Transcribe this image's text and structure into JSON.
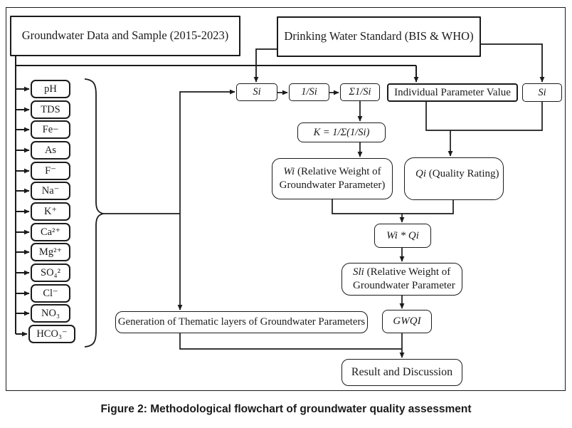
{
  "figure": {
    "caption": "Figure 2: Methodological flowchart of groundwater quality assessment"
  },
  "colors": {
    "line": "#1b1b1b",
    "background": "#ffffff"
  },
  "sources": {
    "groundwater": "Groundwater Data and Sample (2015-2023)",
    "drinking": "Drinking Water Standard (BIS & WHO)"
  },
  "parameters": [
    "pH",
    "TDS",
    "Fe−",
    "As",
    "F⁻",
    "Na⁻",
    "K⁺",
    "Ca²⁺",
    "Mg²⁺",
    "SO₄²",
    "Cl⁻",
    "NO₃",
    "HCO₃⁻"
  ],
  "flow": {
    "si_left": "Si",
    "inv_si": "1/Si",
    "sum_inv_si": "Σ1/Si",
    "individual_parameter_value": "Individual Parameter Value",
    "si_right": "Si",
    "k_formula": "K = 1/Σ(1/Si)",
    "wi_lines": [
      [
        {
          "t": "Wi",
          "i": true
        },
        {
          "t": " (Relative Weight of",
          "i": false
        }
      ],
      [
        {
          "t": "Groundwater Parameter)",
          "i": false
        }
      ]
    ],
    "qi_lines": [
      [
        {
          "t": "Qi",
          "i": true
        },
        {
          "t": " (Quality Rating)",
          "i": false
        }
      ]
    ],
    "wi_qi": "Wi * Qi",
    "sli_lines": [
      [
        {
          "t": "Sli",
          "i": true
        },
        {
          "t": " (Relative Weight of",
          "i": false
        }
      ],
      [
        {
          "t": "Groundwater Parameter",
          "i": false
        }
      ]
    ],
    "gwqi": "GWQI",
    "generation": "Generation of Thematic layers of Groundwater Parameters",
    "result": "Result and Discussion"
  }
}
